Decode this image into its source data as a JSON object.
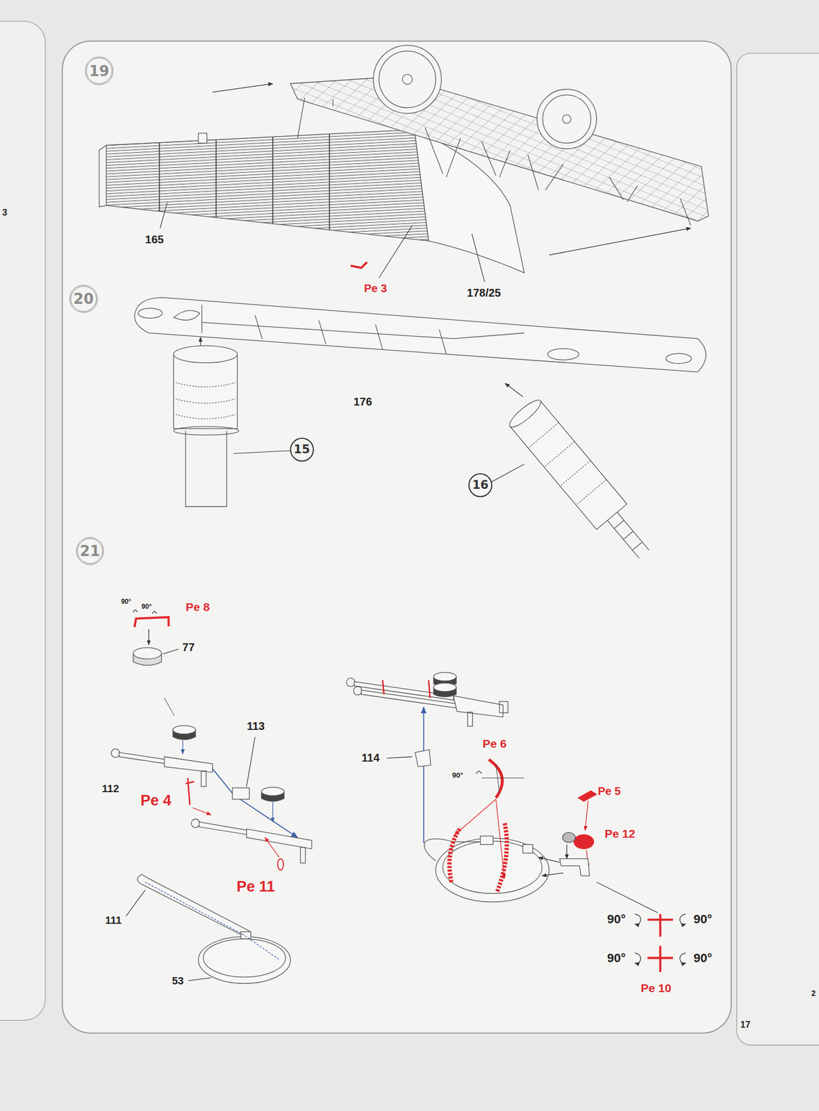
{
  "diagram": {
    "nodes": [
      {
        "text": [
          "19"
        ]
      },
      {
        "text": [
          "20"
        ]
      },
      {
        "text": [
          "15"
        ]
      },
      {
        "text": [
          "16"
        ]
      },
      {
        "text": [
          "21"
        ]
      }
    ],
    "labels": [
      "3",
      "165",
      "Pe 3",
      "178/25",
      "176",
      "90°",
      "90°",
      "Pe 8",
      "77",
      "113",
      "112",
      "Pe 4",
      "Pe 11",
      "111",
      "53",
      "114",
      "Pe 6",
      "90°",
      "Pe 5",
      "Pe 12",
      "90°",
      "90°",
      "90°",
      "90°",
      "Pe 10",
      "17",
      "2"
    ]
  }
}
